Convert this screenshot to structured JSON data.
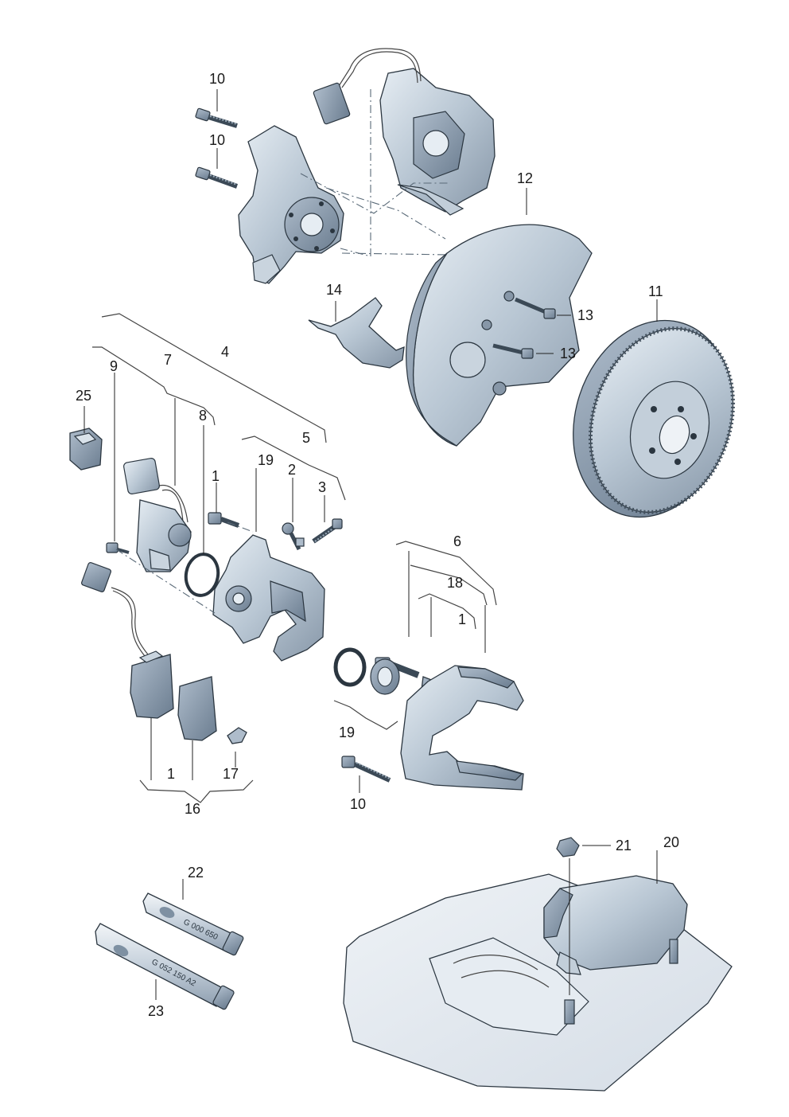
{
  "labels": {
    "l1a": "1",
    "l1b": "1",
    "l1c": "1",
    "l2": "2",
    "l3": "3",
    "l4": "4",
    "l5": "5",
    "l6": "6",
    "l7": "7",
    "l8": "8",
    "l9": "9",
    "l10a": "10",
    "l10b": "10",
    "l10c": "10",
    "l11": "11",
    "l12": "12",
    "l13a": "13",
    "l13b": "13",
    "l14": "14",
    "l16": "16",
    "l17": "17",
    "l18": "18",
    "l19a": "19",
    "l19b": "19",
    "l20": "20",
    "l21": "21",
    "l22": "22",
    "l23": "23",
    "l25": "25"
  },
  "tube_print": {
    "upper": "G 000 650",
    "lower": "G 052 150 A2"
  },
  "colors": {
    "metal_light": "#d9e2ea",
    "metal_mid": "#aebccb",
    "metal_dark": "#7e90a2",
    "outline": "#2b3640"
  }
}
